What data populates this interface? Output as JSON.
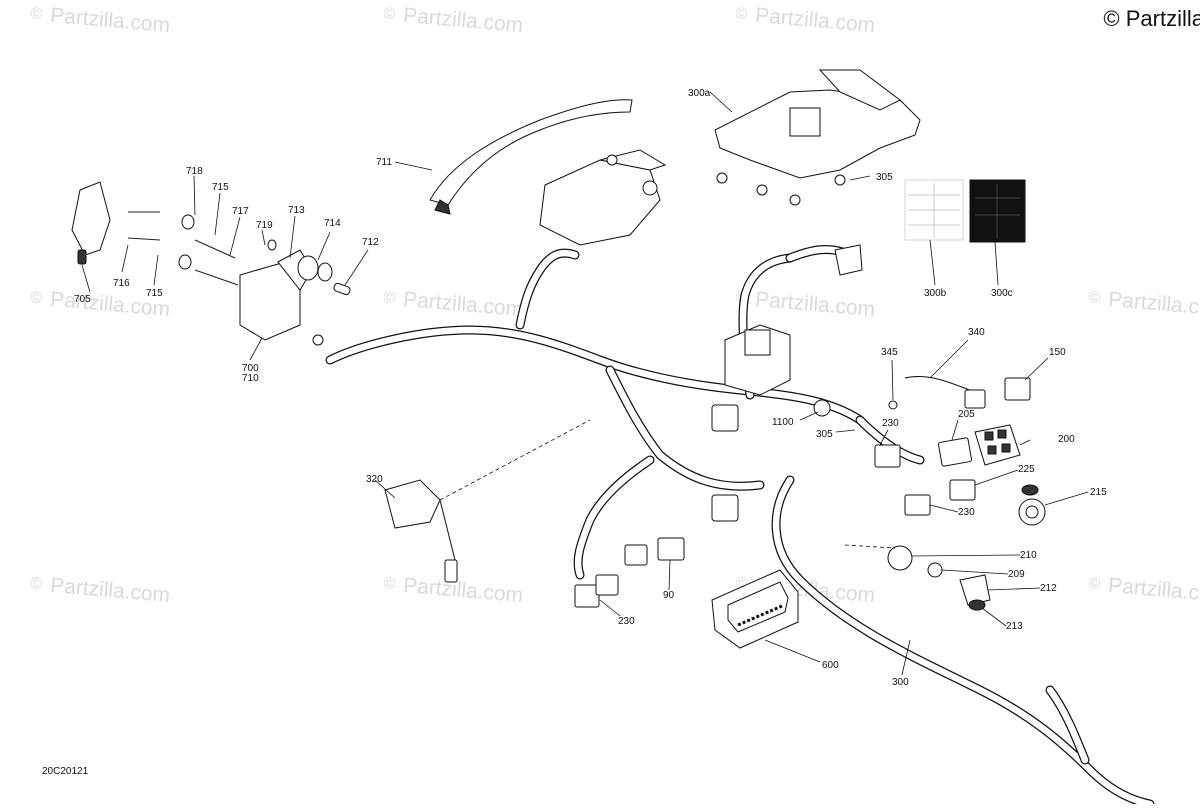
{
  "copyright": "© Partzilla",
  "watermark_text": "Partzilla.com",
  "drawing_code": "20C20121",
  "callouts": [
    {
      "id": "c-711",
      "text": "711"
    },
    {
      "id": "c-300a",
      "text": "300a"
    },
    {
      "id": "c-305a",
      "text": "305"
    },
    {
      "id": "c-718",
      "text": "718"
    },
    {
      "id": "c-715a",
      "text": "715"
    },
    {
      "id": "c-717",
      "text": "717"
    },
    {
      "id": "c-719",
      "text": "719"
    },
    {
      "id": "c-713",
      "text": "713"
    },
    {
      "id": "c-714",
      "text": "714"
    },
    {
      "id": "c-712",
      "text": "712"
    },
    {
      "id": "c-716",
      "text": "716"
    },
    {
      "id": "c-715b",
      "text": "715"
    },
    {
      "id": "c-705",
      "text": "705"
    },
    {
      "id": "c-700",
      "text": "700"
    },
    {
      "id": "c-710",
      "text": "710"
    },
    {
      "id": "c-300b",
      "text": "300b"
    },
    {
      "id": "c-300c",
      "text": "300c"
    },
    {
      "id": "c-340",
      "text": "340"
    },
    {
      "id": "c-345",
      "text": "345"
    },
    {
      "id": "c-150",
      "text": "150"
    },
    {
      "id": "c-1100",
      "text": "1100"
    },
    {
      "id": "c-305b",
      "text": "305"
    },
    {
      "id": "c-230a",
      "text": "230"
    },
    {
      "id": "c-205",
      "text": "205"
    },
    {
      "id": "c-200",
      "text": "200"
    },
    {
      "id": "c-225",
      "text": "225"
    },
    {
      "id": "c-215",
      "text": "215"
    },
    {
      "id": "c-230b",
      "text": "230"
    },
    {
      "id": "c-320",
      "text": "320"
    },
    {
      "id": "c-210",
      "text": "210"
    },
    {
      "id": "c-209",
      "text": "209"
    },
    {
      "id": "c-212",
      "text": "212"
    },
    {
      "id": "c-213",
      "text": "213"
    },
    {
      "id": "c-90",
      "text": "90"
    },
    {
      "id": "c-230c",
      "text": "230"
    },
    {
      "id": "c-600",
      "text": "600"
    },
    {
      "id": "c-300",
      "text": "300"
    }
  ],
  "icons": {
    "watermark": "copyright-circle-icon"
  }
}
